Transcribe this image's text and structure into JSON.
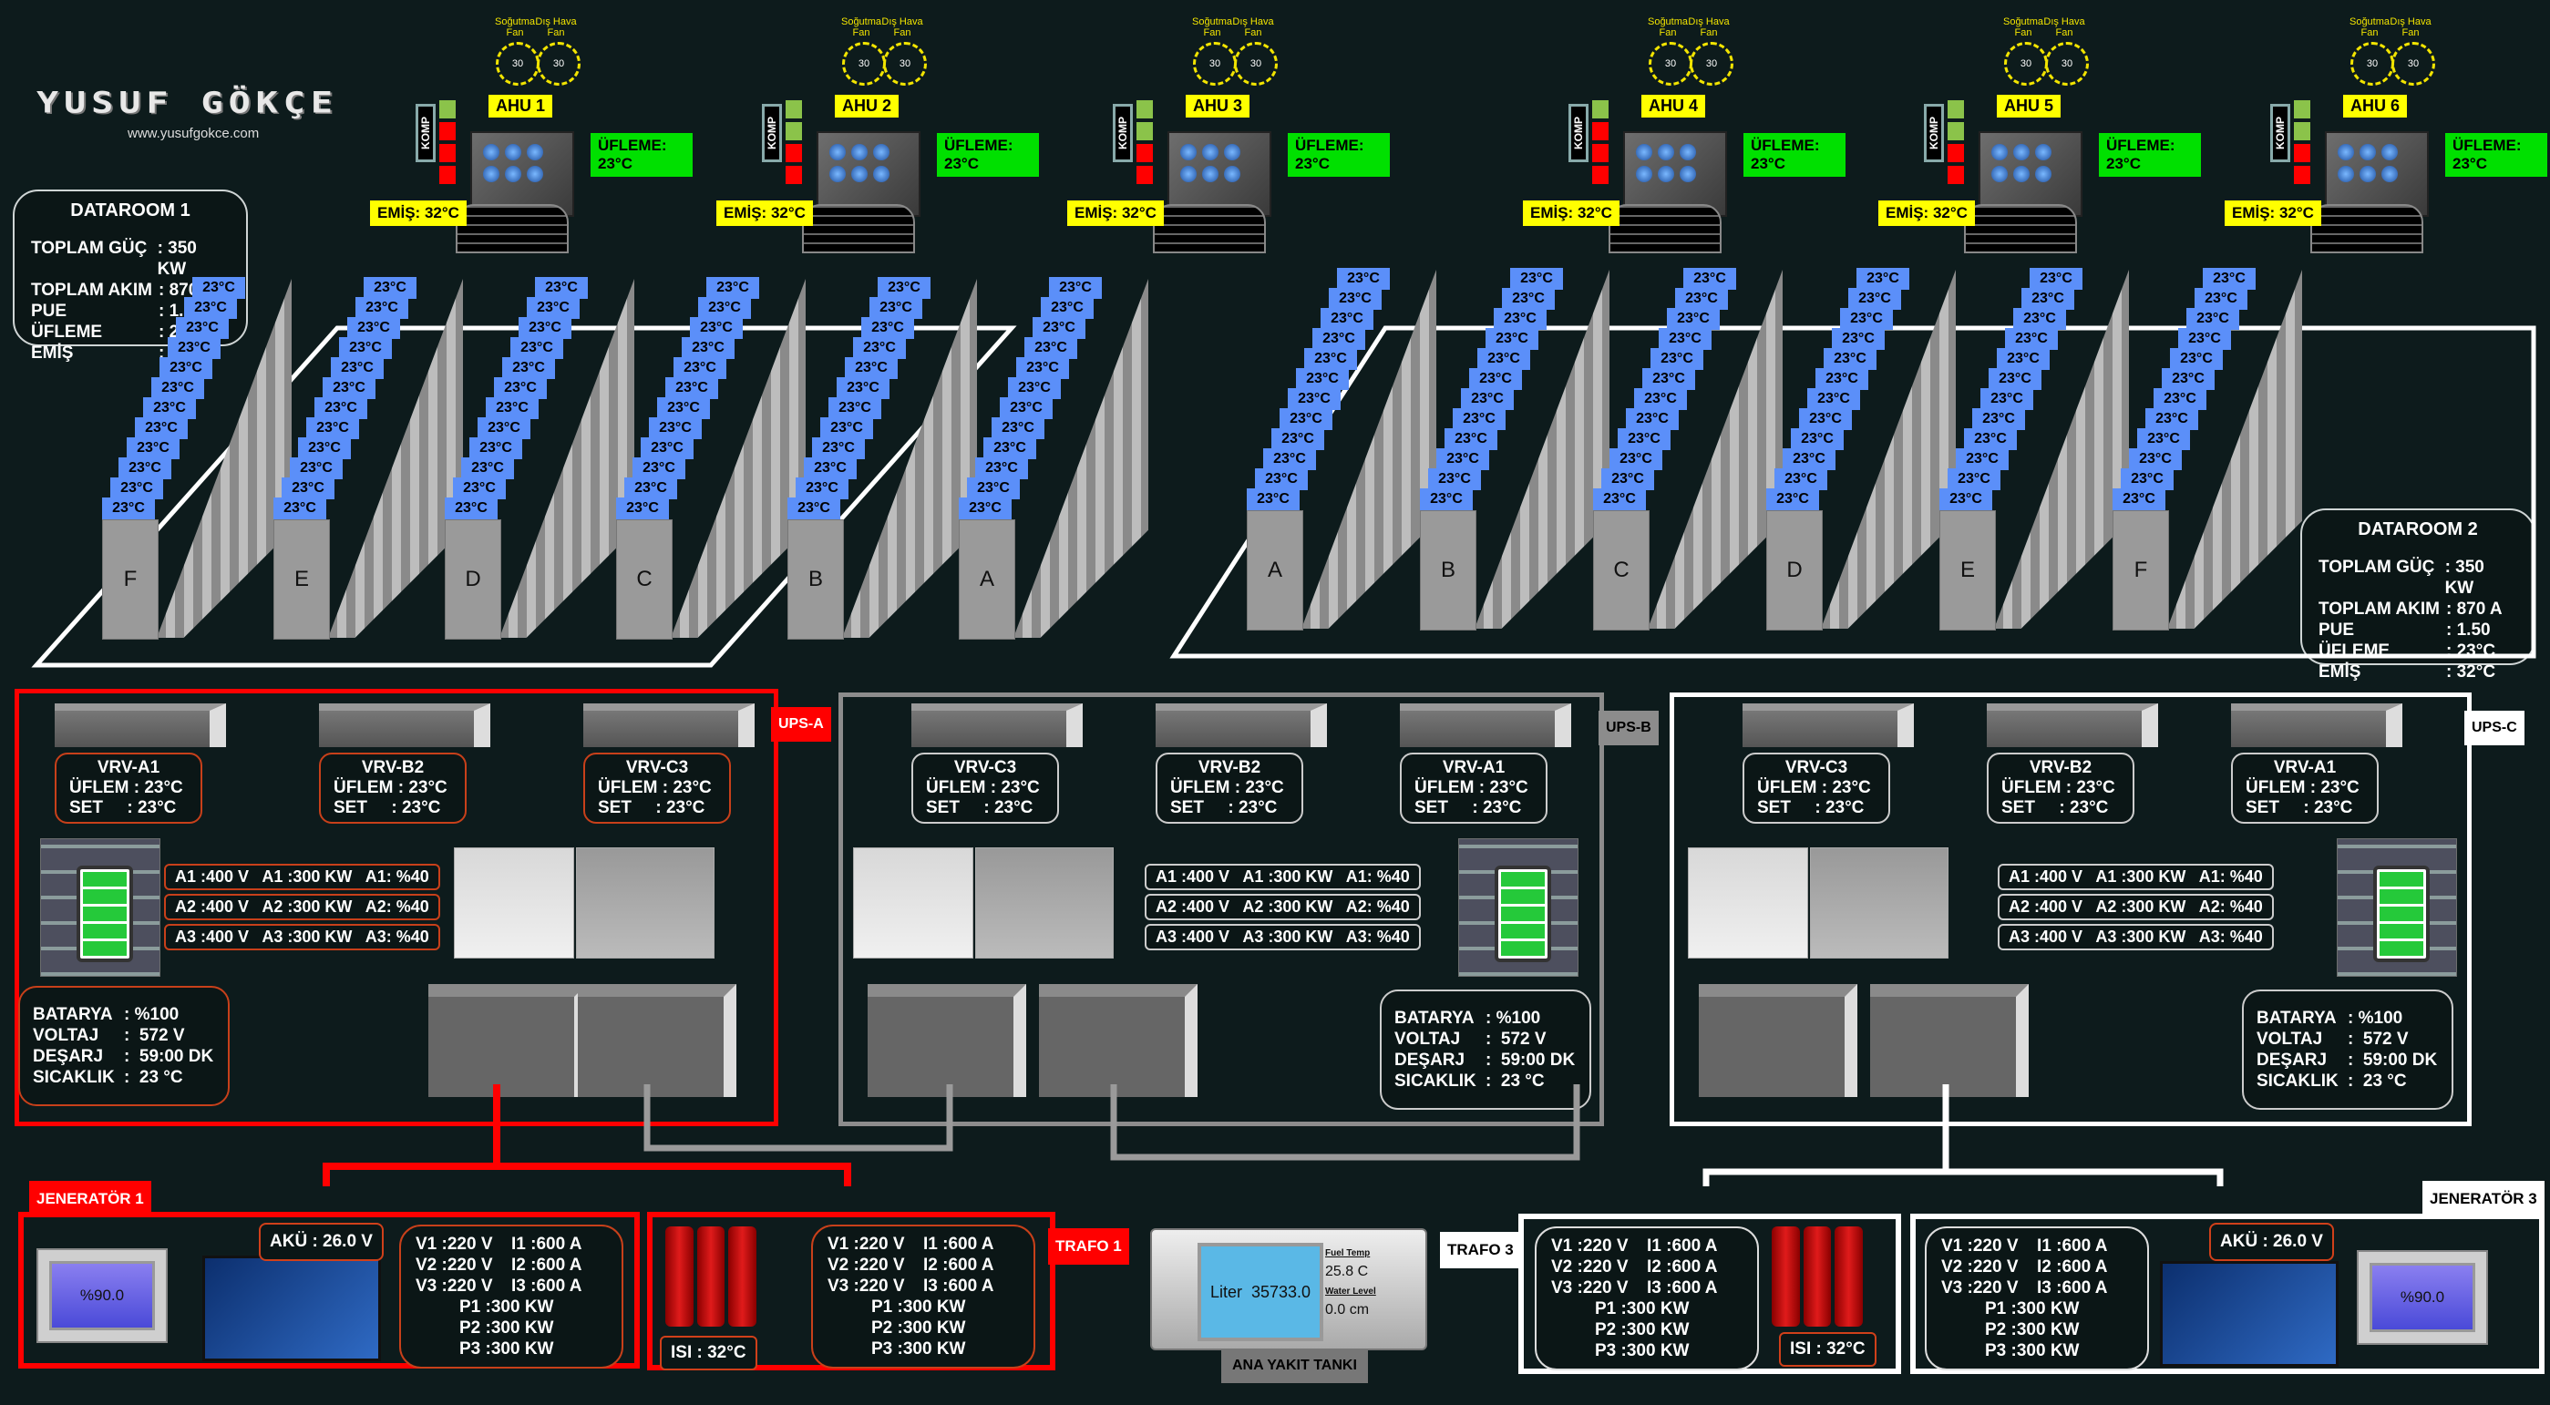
{
  "brand": {
    "name": "YUSUF GÖKÇE",
    "url": "www.yusufgokce.com"
  },
  "datarooms": [
    {
      "title": "DATAROOM 1",
      "rows": [
        {
          "k": "TOPLAM GÜÇ",
          "v": ": 350 KW"
        },
        {
          "k": "TOPLAM AKIM",
          "v": ": 870 A"
        },
        {
          "k": "PUE",
          "v": ": 1.50"
        },
        {
          "k": "ÜFLEME",
          "v": ": 23°C"
        },
        {
          "k": "EMİŞ",
          "v": ": 32°C"
        }
      ],
      "rack_rows": [
        "F",
        "E",
        "D",
        "C",
        "B",
        "A"
      ],
      "rack_temp": "23°C"
    },
    {
      "title": "DATAROOM 2",
      "rows": [
        {
          "k": "TOPLAM GÜÇ",
          "v": ": 350 KW"
        },
        {
          "k": "TOPLAM AKIM",
          "v": ": 870 A"
        },
        {
          "k": "PUE",
          "v": ": 1.50"
        },
        {
          "k": "ÜFLEME",
          "v": ": 23°C"
        },
        {
          "k": "EMİŞ",
          "v": ": 32°C"
        }
      ],
      "rack_rows": [
        "A",
        "B",
        "C",
        "D",
        "E",
        "F"
      ],
      "rack_temp": "23°C"
    }
  ],
  "ahus": [
    {
      "name": "AHU 1",
      "fan1_label": "Soğutma Fan",
      "fan2_label": "Dış Hava Fan",
      "fan1": "30",
      "fan2": "30",
      "komp_label": "KOMP",
      "komp": [
        "on",
        "off",
        "off",
        "off"
      ],
      "ufleme": "ÜFLEME: 23°C",
      "emis": "EMİŞ: 32°C"
    },
    {
      "name": "AHU 2",
      "fan1_label": "Soğutma Fan",
      "fan2_label": "Dış Hava Fan",
      "fan1": "30",
      "fan2": "30",
      "komp_label": "KOMP",
      "komp": [
        "on",
        "on",
        "off",
        "off"
      ],
      "ufleme": "ÜFLEME: 23°C",
      "emis": "EMİŞ: 32°C"
    },
    {
      "name": "AHU 3",
      "fan1_label": "Soğutma Fan",
      "fan2_label": "Dış Hava Fan",
      "fan1": "30",
      "fan2": "30",
      "komp_label": "KOMP",
      "komp": [
        "on",
        "on",
        "off",
        "off"
      ],
      "ufleme": "ÜFLEME: 23°C",
      "emis": "EMİŞ: 32°C"
    },
    {
      "name": "AHU 4",
      "fan1_label": "Soğutma Fan",
      "fan2_label": "Dış Hava Fan",
      "fan1": "30",
      "fan2": "30",
      "komp_label": "KOMP",
      "komp": [
        "on",
        "off",
        "off",
        "off"
      ],
      "ufleme": "ÜFLEME: 23°C",
      "emis": "EMİŞ: 32°C"
    },
    {
      "name": "AHU 5",
      "fan1_label": "Soğutma Fan",
      "fan2_label": "Dış Hava Fan",
      "fan1": "30",
      "fan2": "30",
      "komp_label": "KOMP",
      "komp": [
        "on",
        "on",
        "off",
        "off"
      ],
      "ufleme": "ÜFLEME: 23°C",
      "emis": "EMİŞ: 32°C"
    },
    {
      "name": "AHU 6",
      "fan1_label": "Soğutma Fan",
      "fan2_label": "Dış Hava Fan",
      "fan1": "30",
      "fan2": "30",
      "komp_label": "KOMP",
      "komp": [
        "on",
        "on",
        "off",
        "off"
      ],
      "ufleme": "ÜFLEME: 23°C",
      "emis": "EMİŞ: 32°C"
    }
  ],
  "ups": [
    {
      "name": "UPS-A",
      "color": "#ff0000",
      "vrv": [
        {
          "name": "VRV-A1",
          "ufleme": "ÜFLEM : 23°C",
          "set": "SET     : 23°C"
        },
        {
          "name": "VRV-B2",
          "ufleme": "ÜFLEM : 23°C",
          "set": "SET     : 23°C"
        },
        {
          "name": "VRV-C3",
          "ufleme": "ÜFLEM : 23°C",
          "set": "SET     : 23°C"
        }
      ],
      "phases": [
        "A1 :400 V   A1 :300 KW   A1: %40",
        "A2 :400 V   A2 :300 KW   A2: %40",
        "A3 :400 V   A3 :300 KW   A3: %40"
      ],
      "battery": [
        {
          "k": "BATARYA",
          "v": ": %100"
        },
        {
          "k": "VOLTAJ",
          "v": ":  572 V"
        },
        {
          "k": "DEŞARJ",
          "v": ":  59:00 DK"
        },
        {
          "k": "SICAKLIK",
          "v": ":  23 °C"
        }
      ],
      "battery_level_pct": 100
    },
    {
      "name": "UPS-B",
      "color": "#8c8c8c",
      "vrv": [
        {
          "name": "VRV-C3",
          "ufleme": "ÜFLEM : 23°C",
          "set": "SET     : 23°C"
        },
        {
          "name": "VRV-B2",
          "ufleme": "ÜFLEM : 23°C",
          "set": "SET     : 23°C"
        },
        {
          "name": "VRV-A1",
          "ufleme": "ÜFLEM : 23°C",
          "set": "SET     : 23°C"
        }
      ],
      "phases": [
        "A1 :400 V   A1 :300 KW   A1: %40",
        "A2 :400 V   A2 :300 KW   A2: %40",
        "A3 :400 V   A3 :300 KW   A3: %40"
      ],
      "battery": [
        {
          "k": "BATARYA",
          "v": ": %100"
        },
        {
          "k": "VOLTAJ",
          "v": ":  572 V"
        },
        {
          "k": "DEŞARJ",
          "v": ":  59:00 DK"
        },
        {
          "k": "SICAKLIK",
          "v": ":  23 °C"
        }
      ],
      "battery_level_pct": 100
    },
    {
      "name": "UPS-C",
      "color": "#ffffff",
      "vrv": [
        {
          "name": "VRV-C3",
          "ufleme": "ÜFLEM : 23°C",
          "set": "SET     : 23°C"
        },
        {
          "name": "VRV-B2",
          "ufleme": "ÜFLEM : 23°C",
          "set": "SET     : 23°C"
        },
        {
          "name": "VRV-A1",
          "ufleme": "ÜFLEM : 23°C",
          "set": "SET     : 23°C"
        }
      ],
      "phases": [
        "A1 :400 V   A1 :300 KW   A1: %40",
        "A2 :400 V   A2 :300 KW   A2: %40",
        "A3 :400 V   A3 :300 KW   A3: %40"
      ],
      "battery": [
        {
          "k": "BATARYA",
          "v": ": %100"
        },
        {
          "k": "VOLTAJ",
          "v": ":  572 V"
        },
        {
          "k": "DEŞARJ",
          "v": ":  59:00 DK"
        },
        {
          "k": "SICAKLIK",
          "v": ":  23 °C"
        }
      ],
      "battery_level_pct": 100
    }
  ],
  "electrical": {
    "rows": [
      [
        "V1 :220 V",
        "I1 :600 A"
      ],
      [
        "V2 :220 V",
        "I2 :600 A"
      ],
      [
        "V3 :220 V",
        "I3 :600 A"
      ]
    ],
    "power": [
      "P1 :300 KW",
      "P2 :300 KW",
      "P3 :300 KW"
    ]
  },
  "generator1": {
    "name": "JENERATÖR 1",
    "aku": "AKÜ : 26.0 V",
    "fuel": "%90.0"
  },
  "generator3": {
    "name": "JENERATÖR 3",
    "aku": "AKÜ : 26.0 V",
    "fuel": "%90.0"
  },
  "trafo1": {
    "name": "TRAFO 1",
    "isi": "ISI : 32°C"
  },
  "trafo3": {
    "name": "TRAFO 3",
    "isi": "ISI : 32°C"
  },
  "fuel_tank": {
    "label": "ANA YAKIT TANKI",
    "liter_label": "Liter",
    "liter": "35733.0",
    "fuel_temp_label": "Fuel Temp",
    "fuel_temp": "25.8  C",
    "water_level_label": "Water Level",
    "water_level": "0.0    cm"
  },
  "colors": {
    "rack_tag": "#5b8ff9",
    "alarm": "#ff0000",
    "ok": "#8bc34a",
    "ahu_label": "#ffff00",
    "ufleme": "#00e000"
  }
}
